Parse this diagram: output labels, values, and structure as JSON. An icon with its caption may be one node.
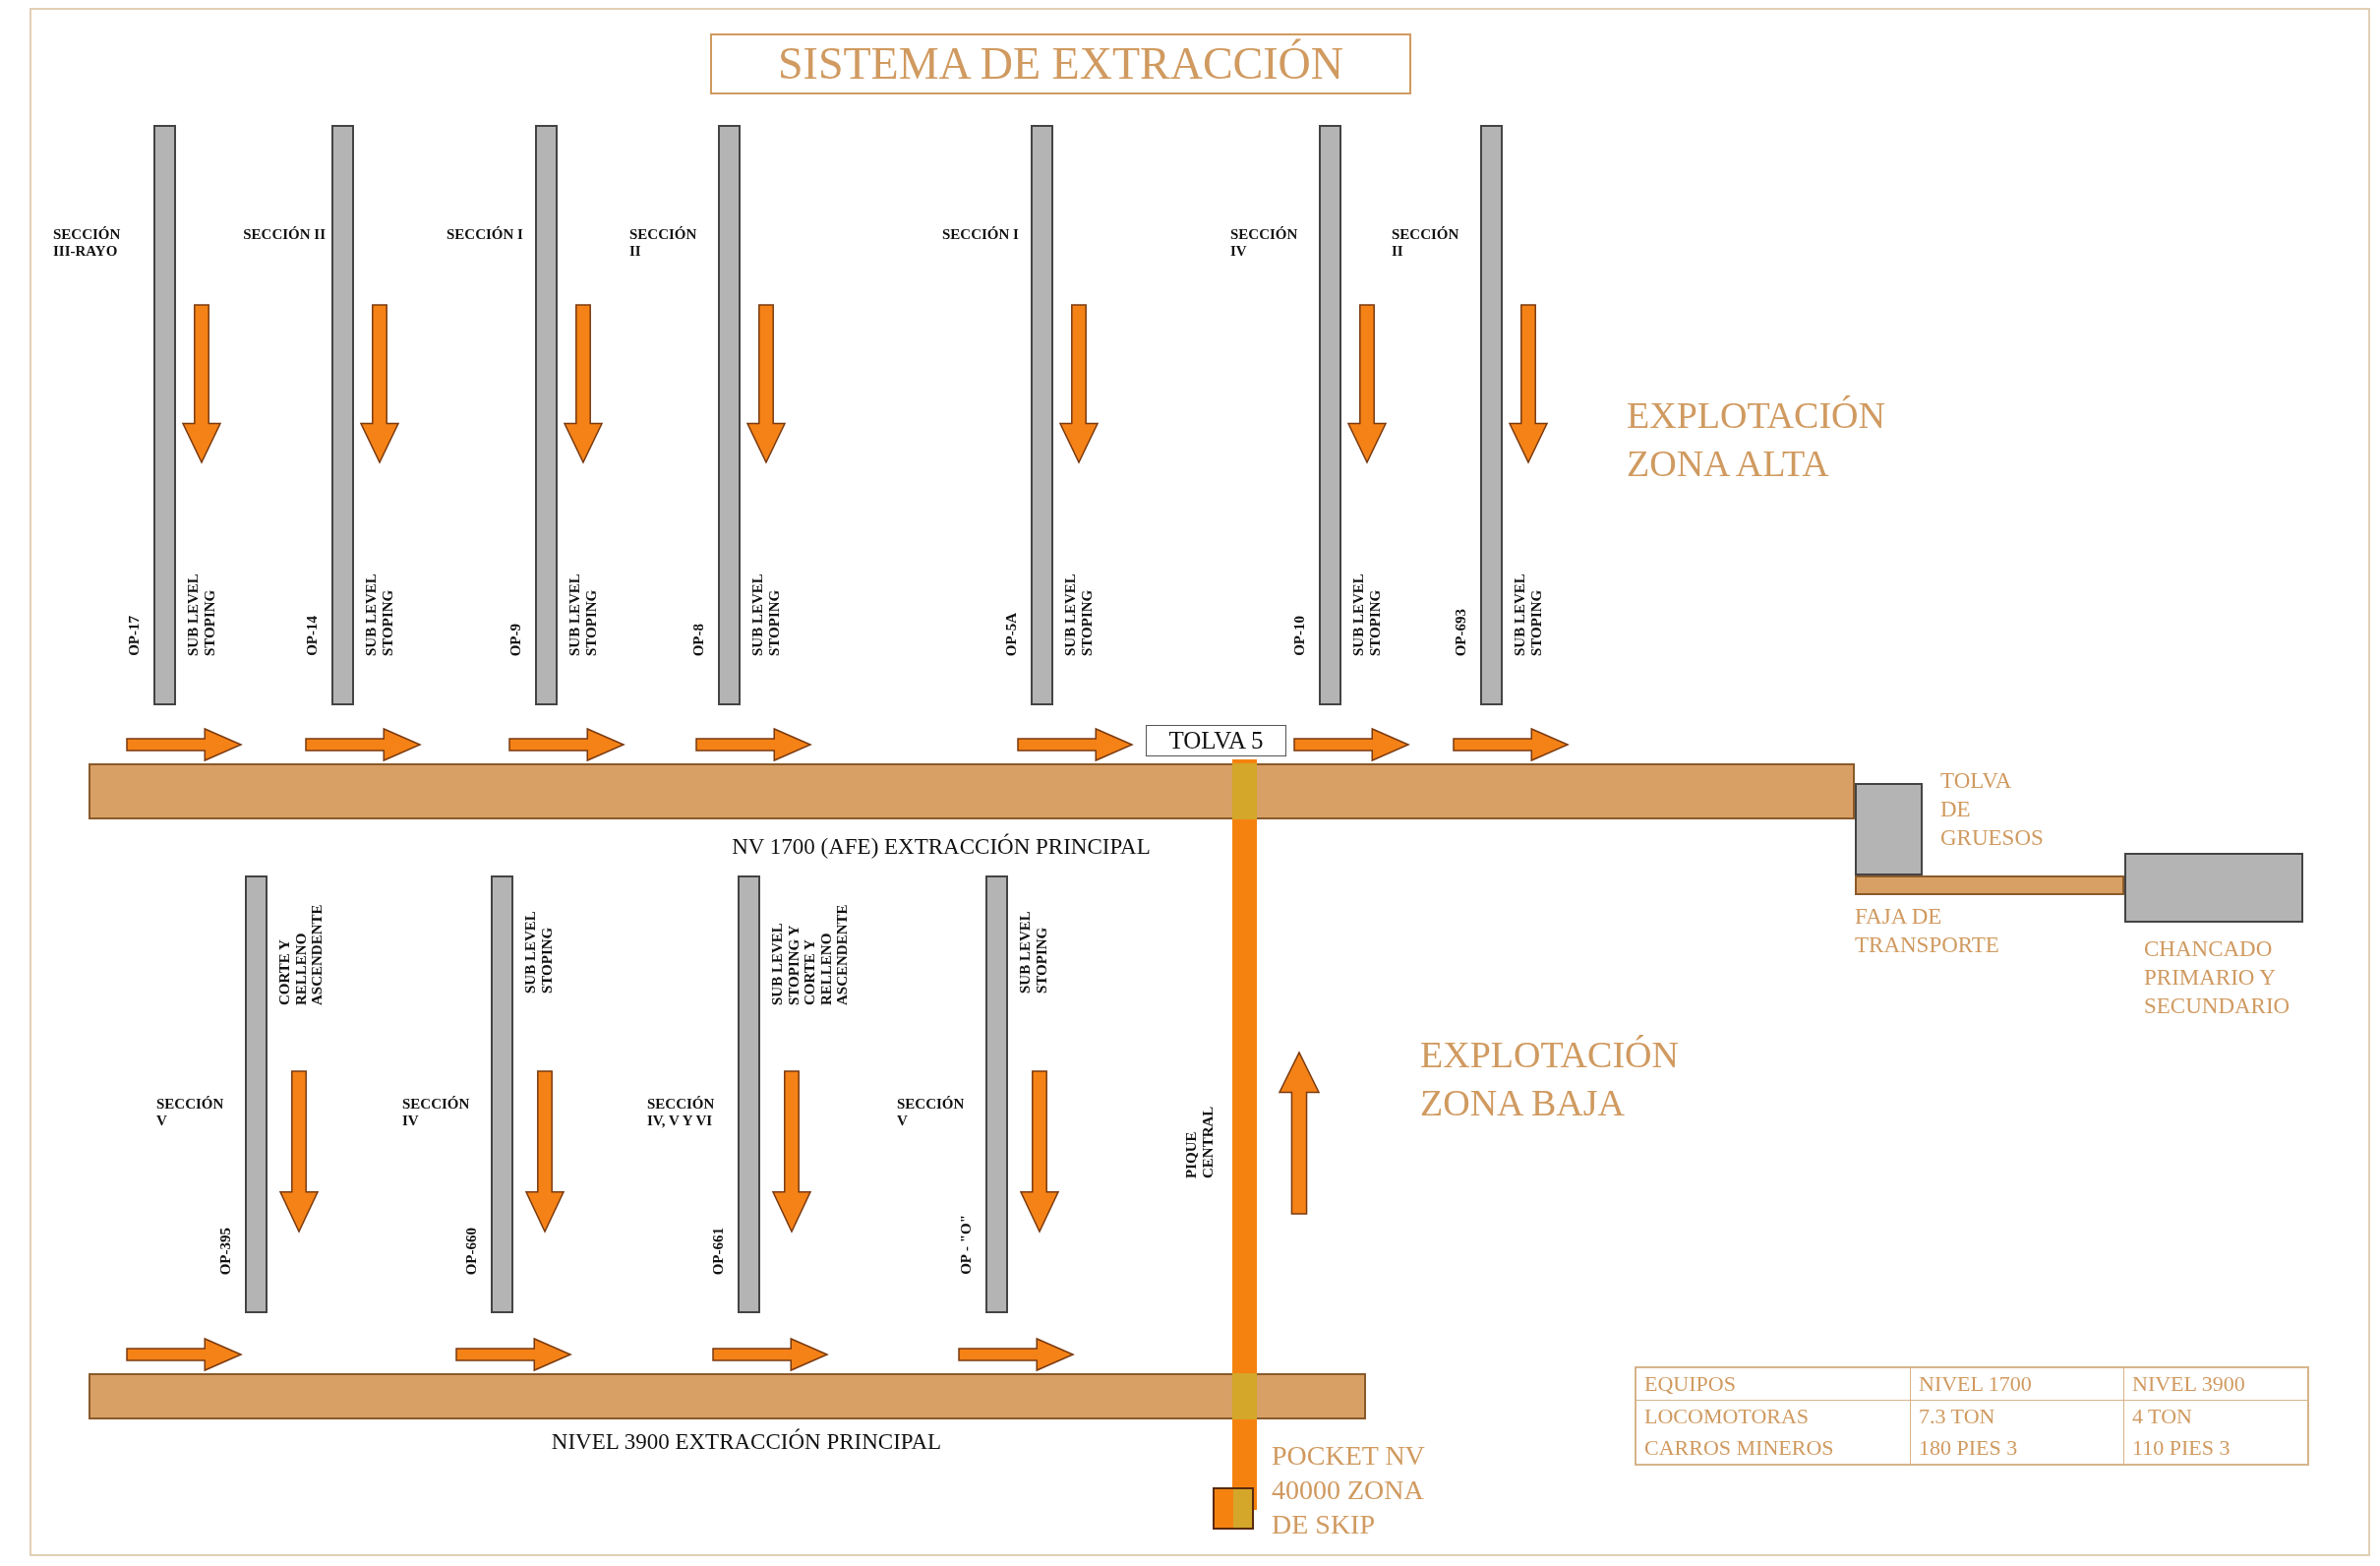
{
  "diagram": {
    "title": "SISTEMA DE EXTRACCIÓN",
    "nodes": [
      {
        "text": [
          "SECCIÓN III-RAYO",
          "OP-17",
          "SUB LEVEL STOPING"
        ]
      },
      {
        "text": [
          "SECCIÓN II",
          "OP-14",
          "SUB LEVEL STOPING"
        ]
      },
      {
        "text": [
          "SECCIÓN I",
          "OP-9",
          "SUB LEVEL STOPING"
        ]
      },
      {
        "text": [
          "SECCIÓN II",
          "OP-8",
          "SUB LEVEL STOPING"
        ]
      },
      {
        "text": [
          "SECCIÓN I",
          "OP-5A",
          "SUB LEVEL STOPING"
        ]
      },
      {
        "text": [
          "SECCIÓN IV",
          "OP-10",
          "SUB LEVEL STOPING"
        ]
      },
      {
        "text": [
          "SECCIÓN II",
          "OP-693",
          "SUB LEVEL STOPING"
        ]
      },
      {
        "text": [
          "SECCIÓN V",
          "OP-395",
          "CORTE Y RELLENO ASCENDENTE"
        ]
      },
      {
        "text": [
          "SECCIÓN IV",
          "OP-660",
          "SUB LEVEL STOPING"
        ]
      },
      {
        "text": [
          "SECCIÓN IV, V Y VI",
          "OP-661",
          "SUB LEVEL STOPING Y CORTE Y RELLENO ASCENDENTE"
        ]
      },
      {
        "text": [
          "SECCIÓN V",
          "OP - \"O\"",
          "SUB LEVEL STOPING"
        ]
      },
      {
        "text": [
          "TOLVA 5"
        ]
      },
      {
        "text": [
          "NV 1700 (AFE) EXTRACCIÓN PRINCIPAL"
        ]
      },
      {
        "text": [
          "PIQUE CENTRAL"
        ]
      },
      {
        "text": [
          "NIVEL 3900 EXTRACCIÓN PRINCIPAL"
        ]
      },
      {
        "text": [
          "POCKET NV 40000 ZONA DE SKIP"
        ]
      },
      {
        "text": [
          "TOLVA DE GRUESOS"
        ]
      },
      {
        "text": [
          "FAJA DE TRANSPORTE"
        ]
      },
      {
        "text": [
          "CHANCADO PRIMARIO Y SECUNDARIO"
        ]
      }
    ],
    "edges": [
      {
        "from": 0,
        "to": 12,
        "arrow": "to"
      },
      {
        "from": 1,
        "to": 12,
        "arrow": "to"
      },
      {
        "from": 2,
        "to": 12,
        "arrow": "to"
      },
      {
        "from": 3,
        "to": 12,
        "arrow": "to"
      },
      {
        "from": 4,
        "to": 12,
        "arrow": "to"
      },
      {
        "from": 5,
        "to": 12,
        "arrow": "to"
      },
      {
        "from": 6,
        "to": 12,
        "arrow": "to"
      },
      {
        "from": 7,
        "to": 14,
        "arrow": "to"
      },
      {
        "from": 8,
        "to": 14,
        "arrow": "to"
      },
      {
        "from": 9,
        "to": 14,
        "arrow": "to"
      },
      {
        "from": 10,
        "to": 14,
        "arrow": "to"
      }
    ],
    "labels": [
      "EXPLOTACIÓN ZONA ALTA",
      "EXPLOTACIÓN ZONA BAJA",
      "EQUIPOS",
      "NIVEL 1700",
      "NIVEL 3900",
      "LOCOMOTORAS",
      "7.3 TON",
      "4 TON",
      "CARROS MINEROS",
      "180 PIES 3",
      "110 PIES 3"
    ]
  }
}
